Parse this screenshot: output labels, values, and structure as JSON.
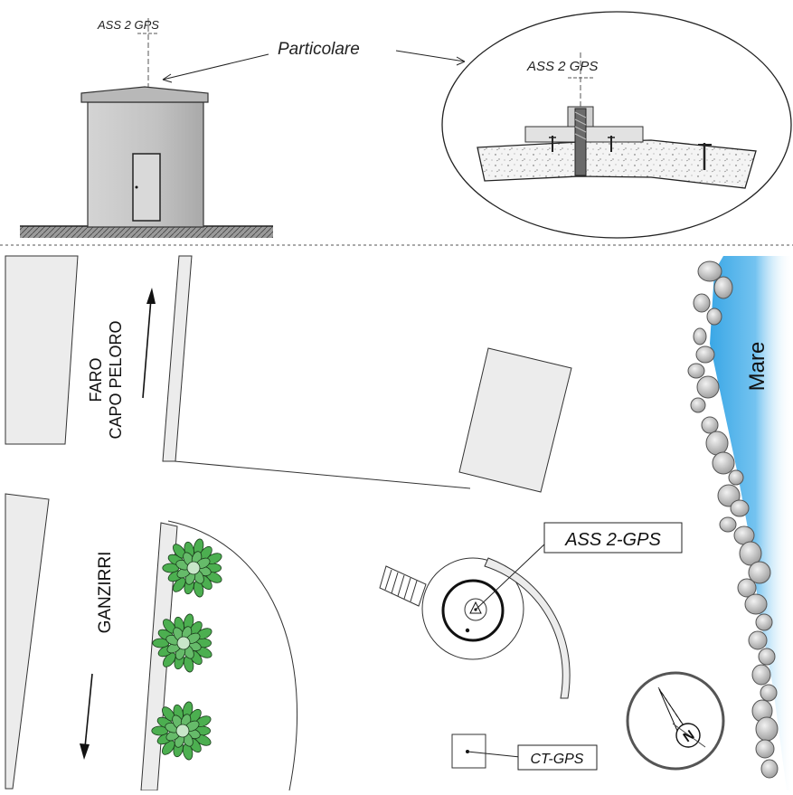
{
  "labels": {
    "station_top": "ASS 2  GPS",
    "particolare": "Particolare",
    "station_detail": "ASS 2  GPS",
    "station_plan": "ASS 2-GPS",
    "ct_gps": "CT-GPS",
    "faro": "FARO",
    "capo_peloro": "CAPO PELORO",
    "ganzirri": "GANZIRRI",
    "mare": "Mare",
    "north": "N"
  },
  "colors": {
    "sea": "#3aa7e6",
    "tree": "#4caf50",
    "rock": "#c8c8c8",
    "building": "#ececec",
    "concrete": "#e6e6e6",
    "line": "#222222"
  },
  "icons": {
    "north_arrow": "compass-north-icon",
    "tree": "tree-icon",
    "rock": "rock-icon"
  }
}
